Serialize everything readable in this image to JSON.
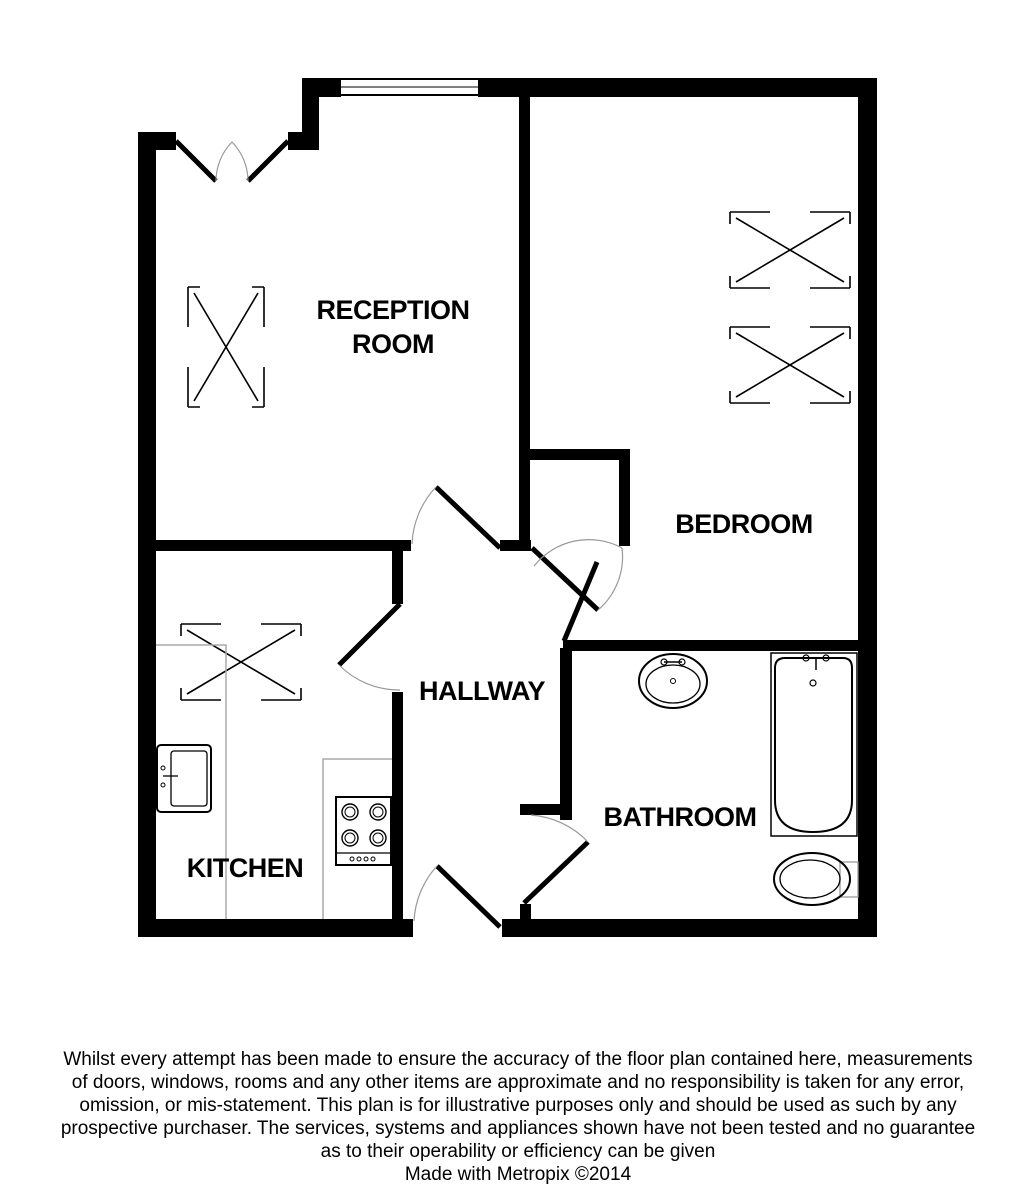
{
  "rooms": {
    "reception_line1": "RECEPTION",
    "reception_line2": "ROOM",
    "bedroom": "BEDROOM",
    "hallway": "HALLWAY",
    "kitchen": "KITCHEN",
    "bathroom": "BATHROOM"
  },
  "disclaimer": {
    "lines": [
      "Whilst every attempt has been made to ensure the accuracy of the floor plan contained here, measurements",
      "of doors, windows, rooms and any other items are approximate and no responsibility is taken for any error,",
      "omission, or mis-statement. This plan is for illustrative purposes only and should be used as such by any",
      "prospective purchaser. The services, systems and appliances shown have not been tested and no guarantee",
      "as to their operability or efficiency can be given"
    ],
    "credit": "Made with Metropix ©2014"
  }
}
